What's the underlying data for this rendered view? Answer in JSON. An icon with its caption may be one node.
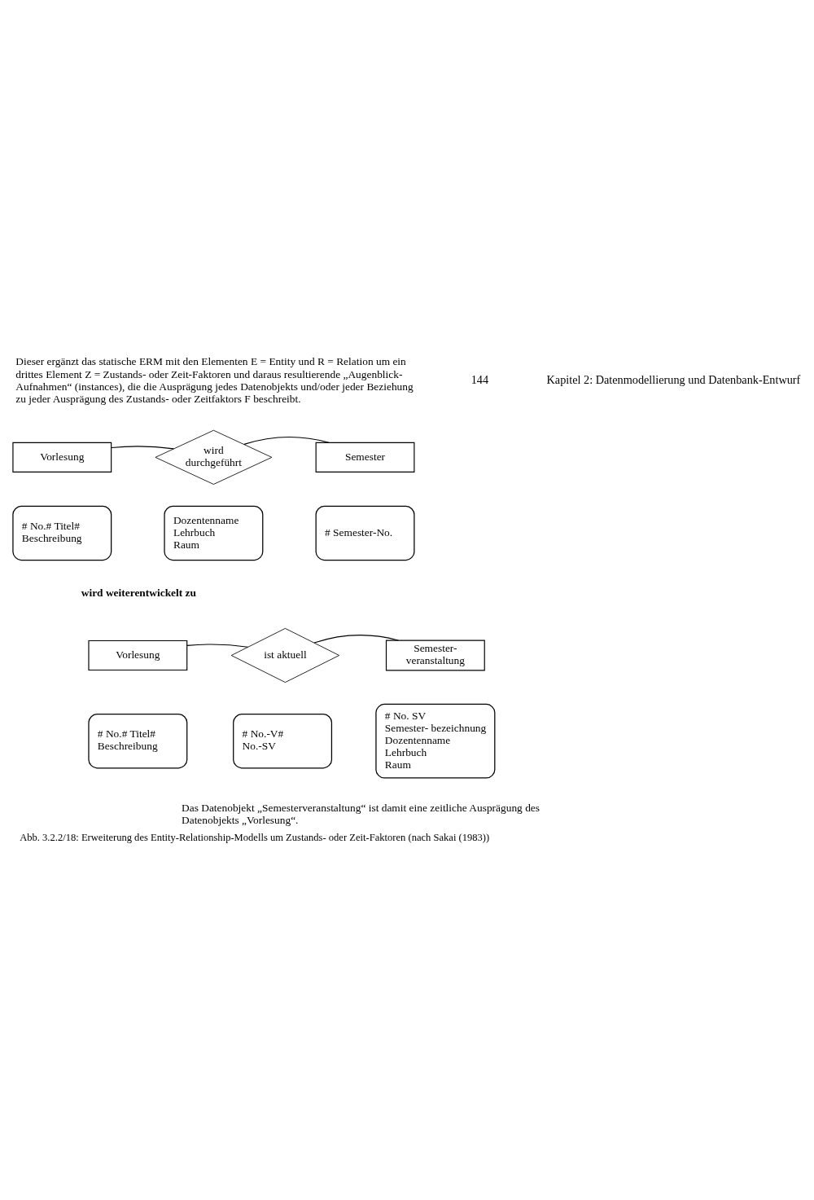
{
  "diagram": {
    "caption": "Abb. 3.2.2/18: Erweiterung des Entity-Relationship-Modells um Zustands- oder Zeit-Faktoren (nach Sakai (1983))",
    "nodes": [
      {
        "text": [
          "Vorlesung"
        ]
      },
      {
        "text": [
          "wird durchgeführt"
        ]
      },
      {
        "text": [
          "Semester"
        ]
      },
      {
        "text": [
          "# No.# Titel#",
          "Beschreibung"
        ]
      },
      {
        "text": [
          "Dozentenname",
          "Lehrbuch",
          "Raum"
        ]
      },
      {
        "text": [
          "# Semester-No."
        ]
      },
      {
        "text": [
          "Vorlesung"
        ]
      },
      {
        "text": [
          "ist aktuell"
        ]
      },
      {
        "text": [
          "Semester- veranstaltung"
        ]
      },
      {
        "text": [
          "# No.# Titel#",
          "Beschreibung"
        ]
      },
      {
        "text": [
          "# No.-V#",
          "No.-SV"
        ]
      },
      {
        "text": [
          "# No. SV",
          "Semester- bezeichnung",
          "Dozentenname",
          "Lehrbuch",
          "Raum"
        ]
      }
    ],
    "edges": [
      {
        "from": 0,
        "to": 1,
        "arrow": "none"
      },
      {
        "from": 1,
        "to": 2,
        "arrow": "none"
      },
      {
        "from": 6,
        "to": 7,
        "arrow": "none"
      },
      {
        "from": 7,
        "to": 8,
        "arrow": "none"
      }
    ],
    "labels": [
      "144",
      "Kapitel 2: Datenmodellierung und Datenbank-Entwurf",
      "Dieser ergänzt das statische ERM mit den Elementen E = Entity und R = Relation um ein drittes Element Z = Zustands- oder Zeit-Faktoren und daraus resultierende „Augenblick-Aufnahmen“ (instances), die die Ausprägung jedes Datenobjekts und/oder jeder Beziehung zu jeder Ausprägung des Zustands- oder Zeitfaktors F beschreibt.",
      "wird weiterentwickelt zu",
      "Das Datenobjekt „Semesterveranstaltung“ ist damit eine zeitliche Ausprägung des Datenobjekts „Vorlesung“."
    ]
  }
}
